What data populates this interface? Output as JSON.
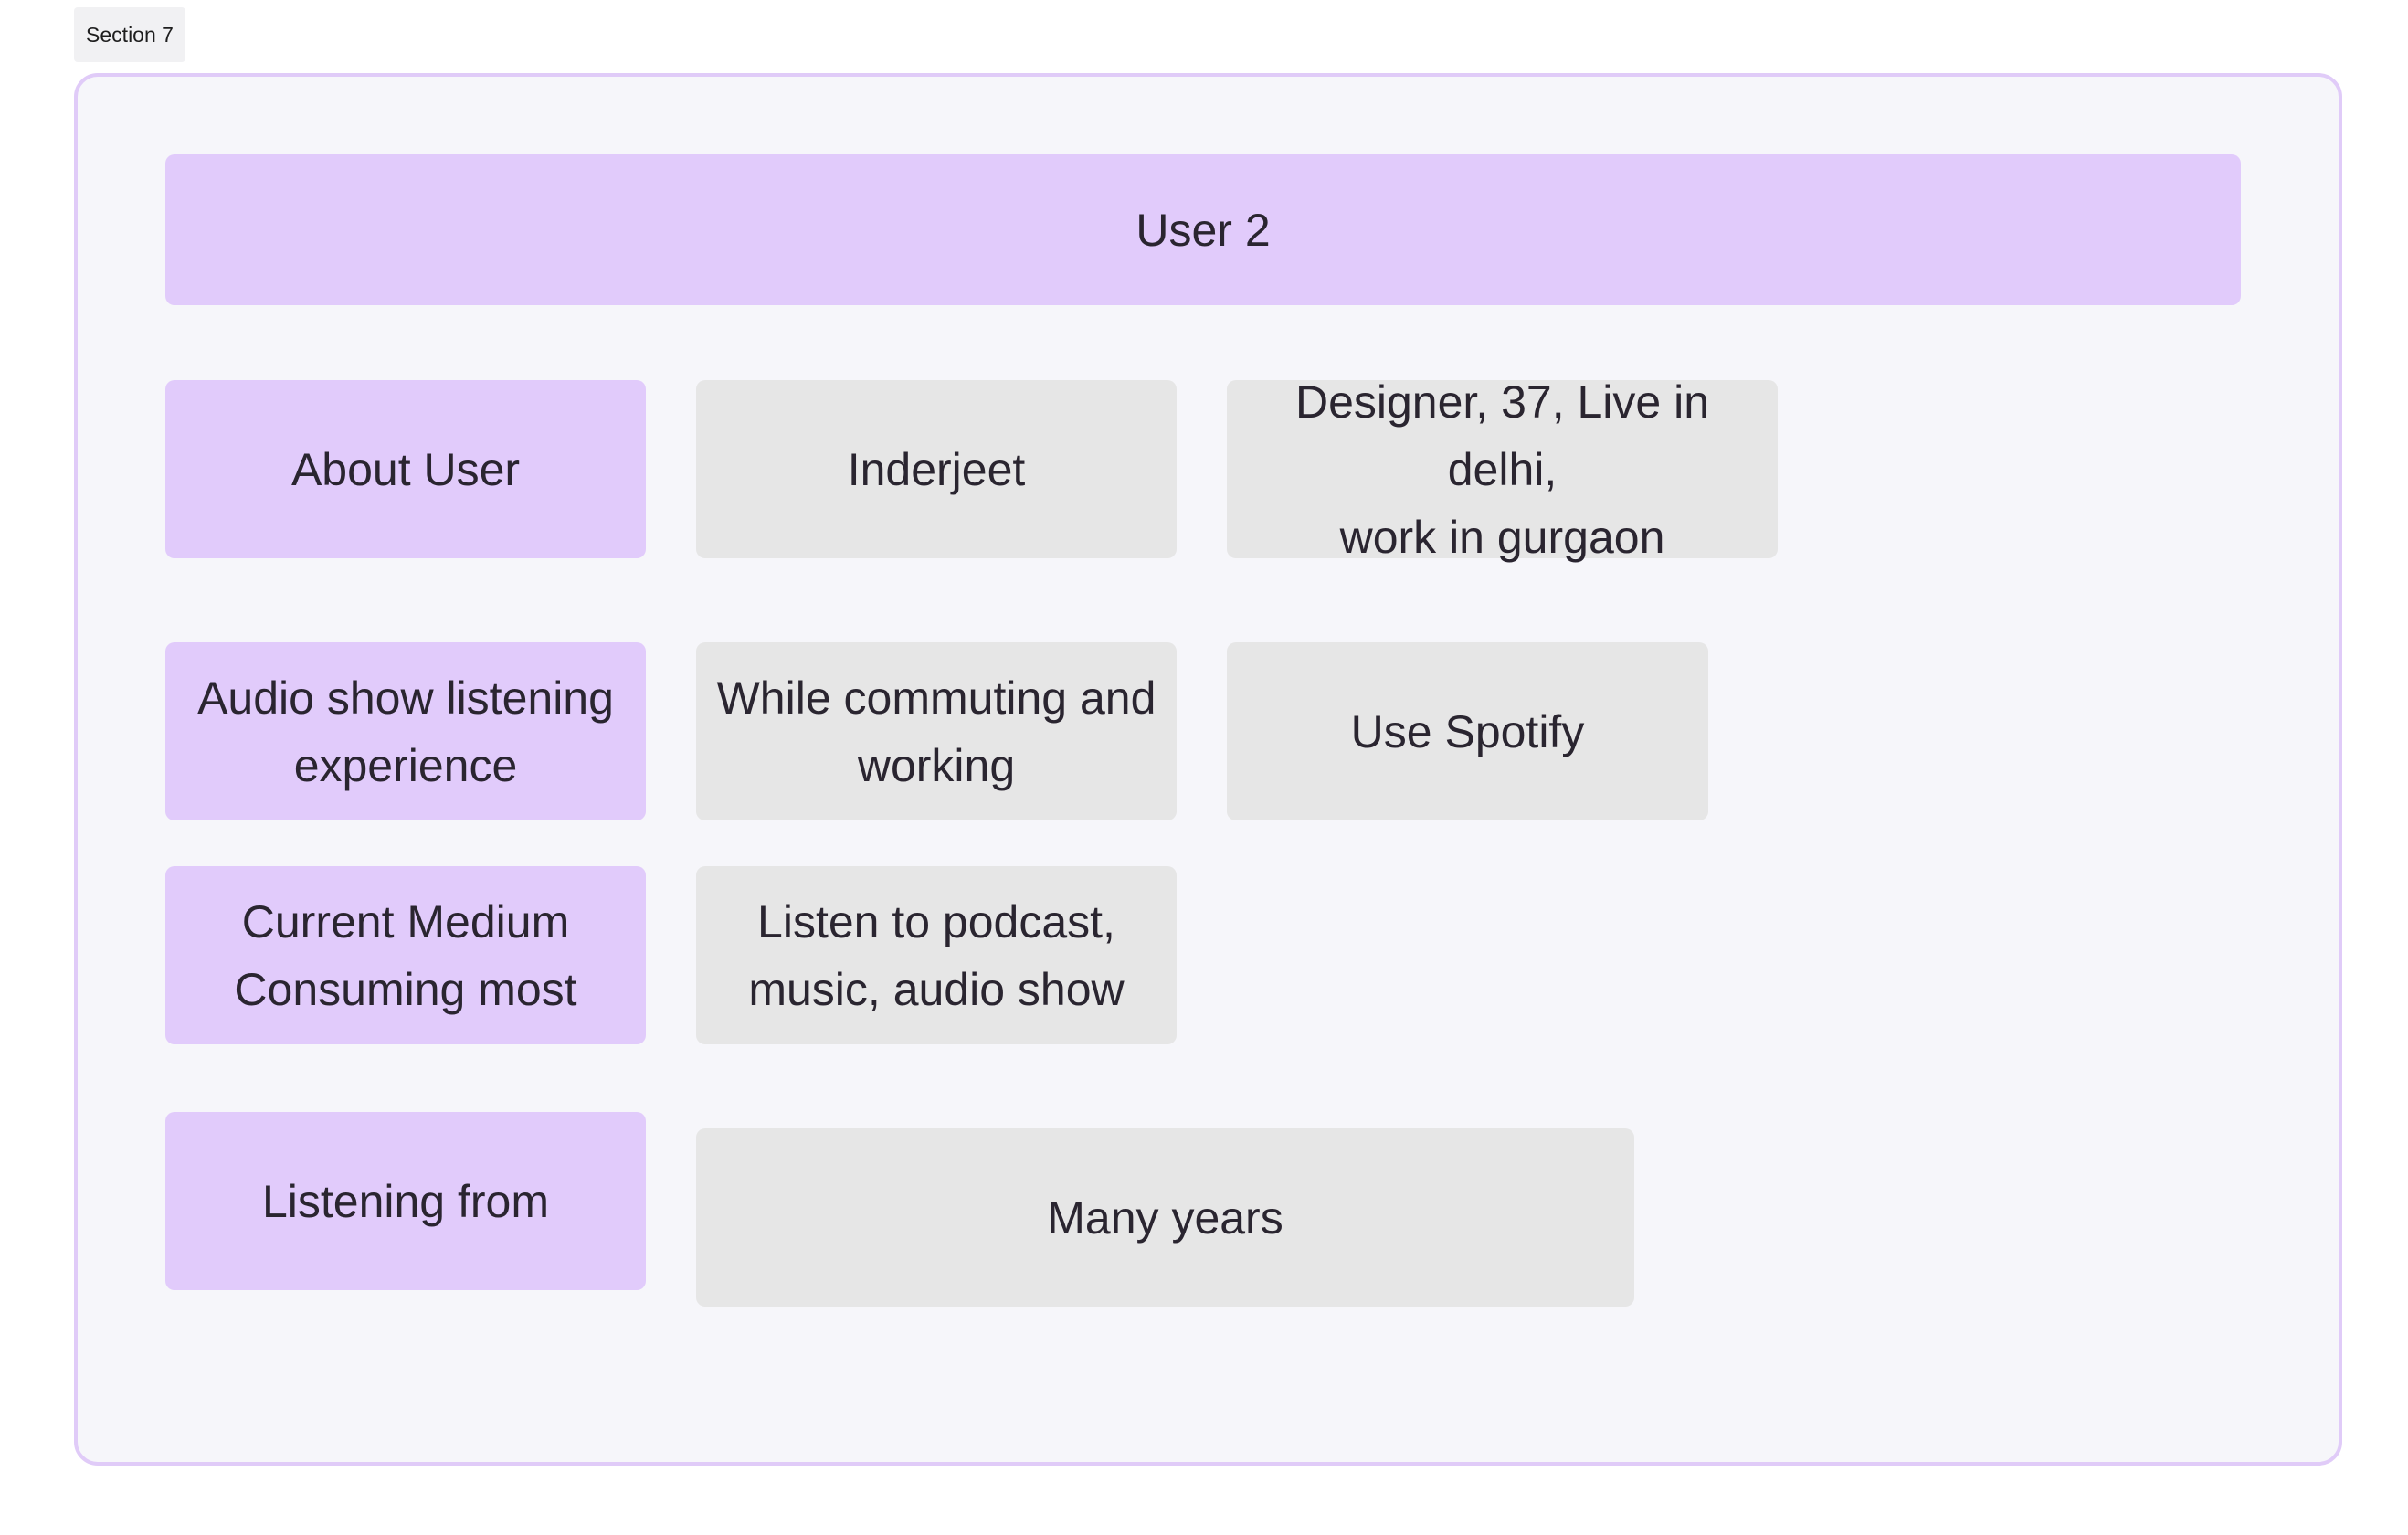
{
  "section": {
    "label": "Section 7"
  },
  "header": {
    "title": "User 2"
  },
  "rows": {
    "about": {
      "label": "About User",
      "values": [
        "Inderjeet",
        "Designer, 37, Live in delhi,\nwork in gurgaon"
      ]
    },
    "experience": {
      "label": "Audio show listening\nexperience",
      "values": [
        "While commuting and\nworking",
        "Use Spotify"
      ]
    },
    "medium": {
      "label": "Current Medium\nConsuming most",
      "values": [
        "Listen to podcast,\nmusic, audio show"
      ]
    },
    "since": {
      "label": "Listening from",
      "values": [
        "Many years"
      ]
    }
  },
  "colors": {
    "label_card": "#e1cbfb",
    "value_card": "#e6e6e6",
    "frame_border": "#e0cbf8",
    "frame_background": "#f6f6fa"
  }
}
